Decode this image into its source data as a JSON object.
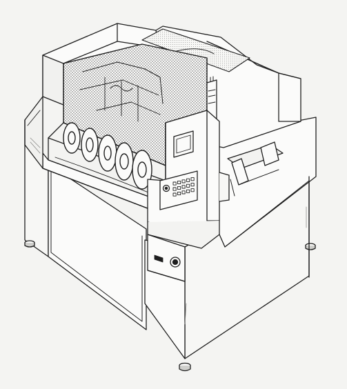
{
  "illustration": {
    "style": "line-drawing",
    "colors": {
      "paper": "#f4f4f2",
      "ink": "#1e1e1e",
      "shade": "#8a8a88",
      "light": "#fbfbfa"
    },
    "control_panel": {
      "button_rows": 3,
      "button_cols": 5
    },
    "reels": {
      "count": 5
    }
  }
}
